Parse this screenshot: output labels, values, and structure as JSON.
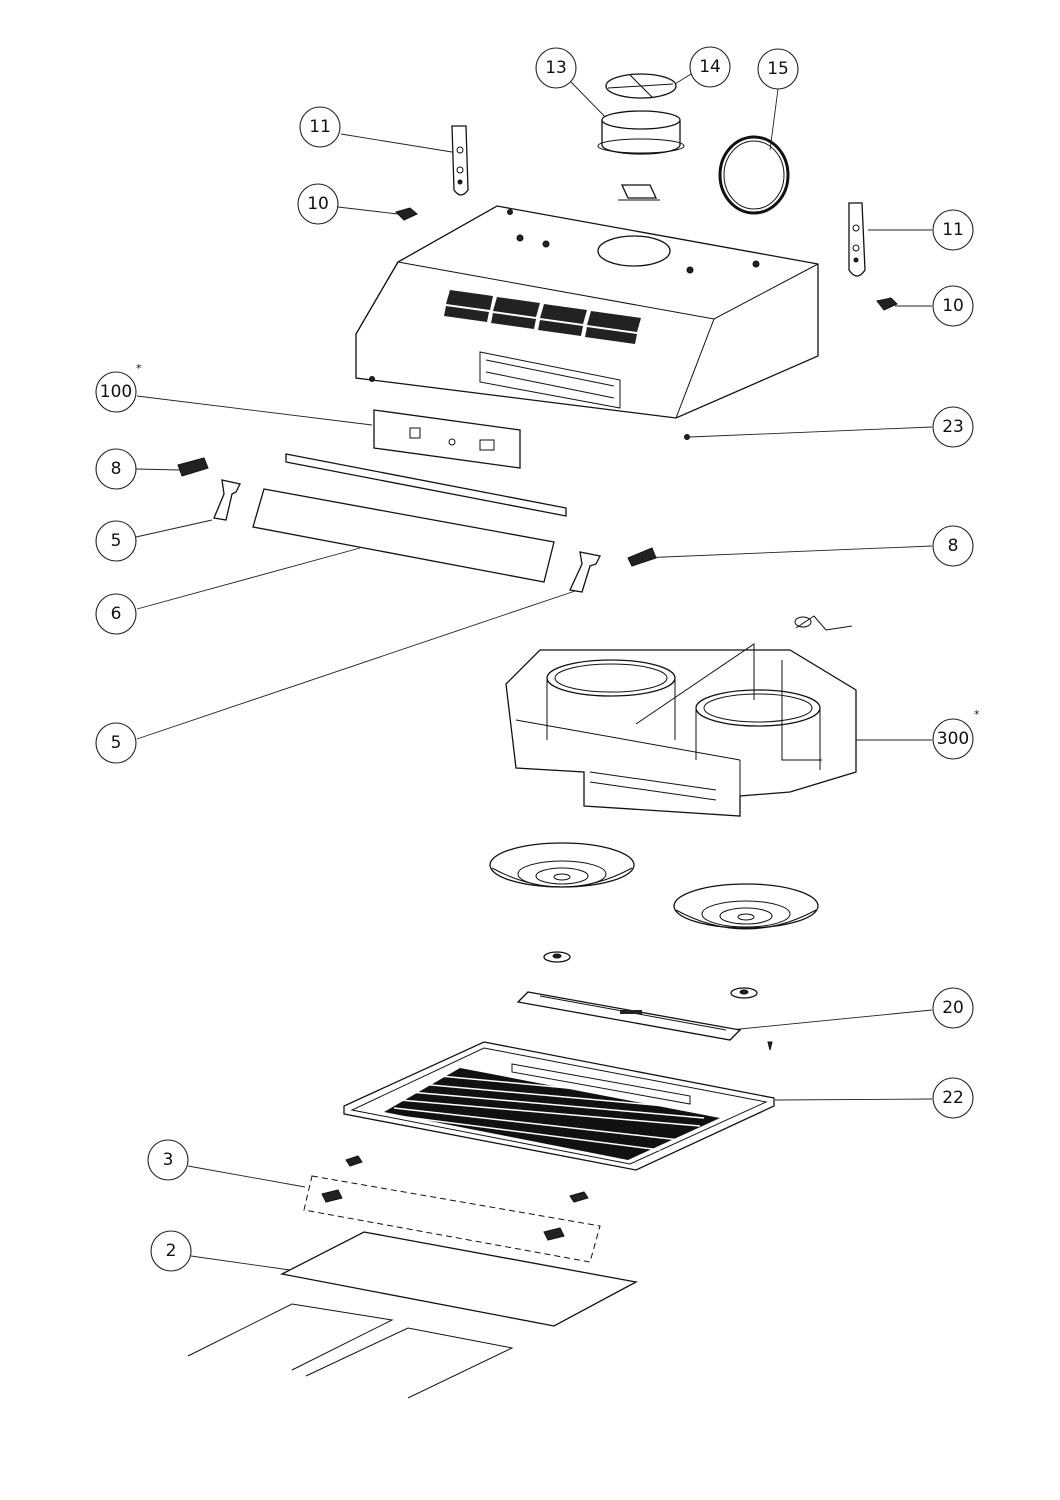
{
  "callouts": [
    {
      "id": "c13",
      "label": "13",
      "star": false
    },
    {
      "id": "c14",
      "label": "14",
      "star": false
    },
    {
      "id": "c15",
      "label": "15",
      "star": false
    },
    {
      "id": "c11a",
      "label": "11",
      "star": false
    },
    {
      "id": "c10a",
      "label": "10",
      "star": false
    },
    {
      "id": "c11b",
      "label": "11",
      "star": false
    },
    {
      "id": "c10b",
      "label": "10",
      "star": false
    },
    {
      "id": "c100",
      "label": "100",
      "star": true
    },
    {
      "id": "c23",
      "label": "23",
      "star": false
    },
    {
      "id": "c8a",
      "label": "8",
      "star": false
    },
    {
      "id": "c5a",
      "label": "5",
      "star": false
    },
    {
      "id": "c8b",
      "label": "8",
      "star": false
    },
    {
      "id": "c6",
      "label": "6",
      "star": false
    },
    {
      "id": "c5b",
      "label": "5",
      "star": false
    },
    {
      "id": "c300",
      "label": "300",
      "star": true
    },
    {
      "id": "c20",
      "label": "20",
      "star": false
    },
    {
      "id": "c22",
      "label": "22",
      "star": false
    },
    {
      "id": "c3",
      "label": "3",
      "star": false
    },
    {
      "id": "c2",
      "label": "2",
      "star": false
    }
  ],
  "star_symbol": "*"
}
